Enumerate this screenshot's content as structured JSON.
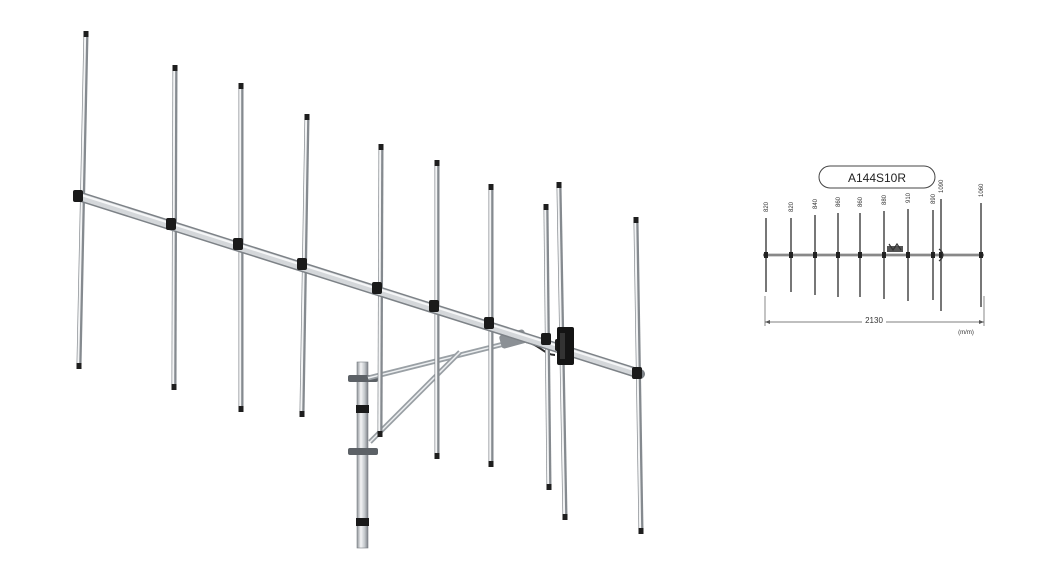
{
  "diagram": {
    "model_label": "A144S10R",
    "element_lengths": [
      "820",
      "820",
      "840",
      "860",
      "860",
      "880",
      "910",
      "890",
      "1090",
      "1060"
    ],
    "boom_length": "2130",
    "unit_label": "(m/m)",
    "colors": {
      "metal": "#c9ccd0",
      "metal_dark": "#6f7479",
      "clamp": "#1a1a1a",
      "line": "#444444"
    }
  }
}
